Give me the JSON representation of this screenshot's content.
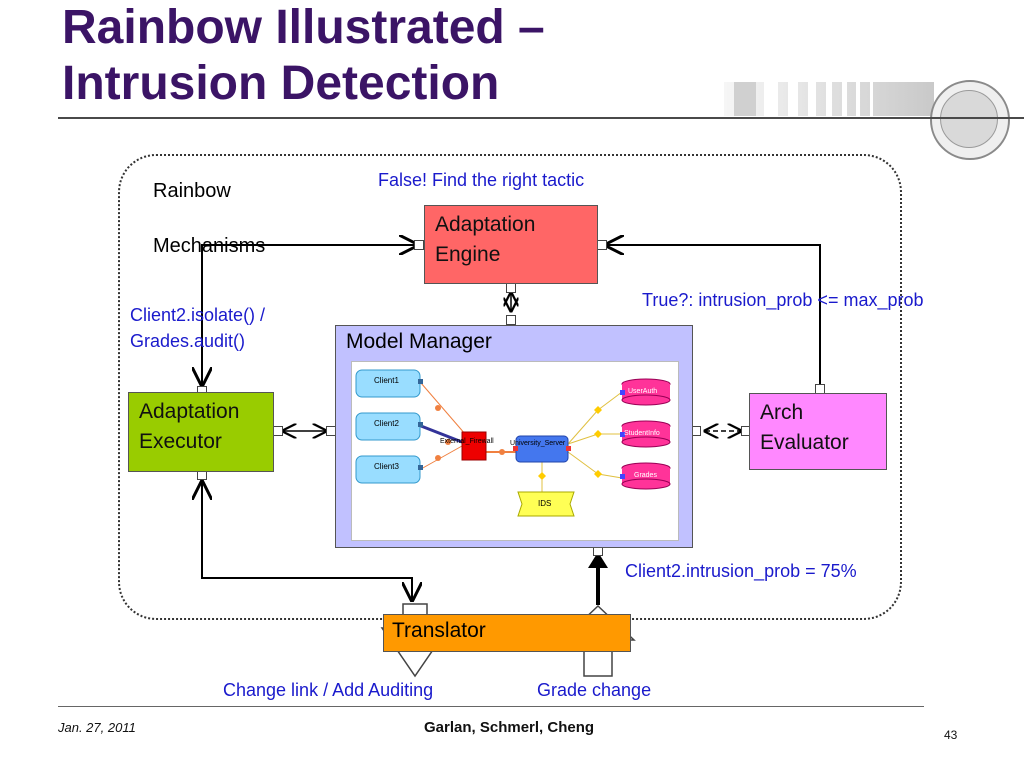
{
  "slide": {
    "title": "Rainbow Illustrated – Intrusion Detection"
  },
  "labels": {
    "rainbow": "Rainbow",
    "mechanisms": "Mechanisms",
    "false_tactic": "False! Find the right tactic",
    "true_condition": "True?: intrusion_prob <= max_prob",
    "actions_line1": "Client2.isolate() /",
    "actions_line2": "Grades.audit()",
    "intrusion_prob": "Client2.intrusion_prob = 75%",
    "change_link": "Change link / Add Auditing",
    "grade_change": "Grade change"
  },
  "boxes": {
    "engine": [
      "Adaptation",
      "Engine"
    ],
    "executor": [
      "Adaptation",
      "Executor"
    ],
    "evaluator": [
      "Arch",
      "Evaluator"
    ],
    "manager": "Model Manager",
    "translator": "Translator"
  },
  "model": {
    "clients": [
      "Client1",
      "Client2",
      "Client3"
    ],
    "firewall": "External_Firewall",
    "server": "University_Server",
    "ids": "IDS",
    "databases": [
      "UserAuth",
      "StudentInfo",
      "Grades"
    ]
  },
  "footer": {
    "date": "Jan. 27, 2011",
    "authors": "Garlan, Schmerl, Cheng",
    "page": "43"
  },
  "colors": {
    "title": "#3b1466",
    "annotation": "#1a1acc",
    "engine": "#ff6666",
    "executor": "#99cc00",
    "evaluator": "#ff88ff",
    "manager": "#c1c1ff",
    "translator": "#ff9900"
  }
}
